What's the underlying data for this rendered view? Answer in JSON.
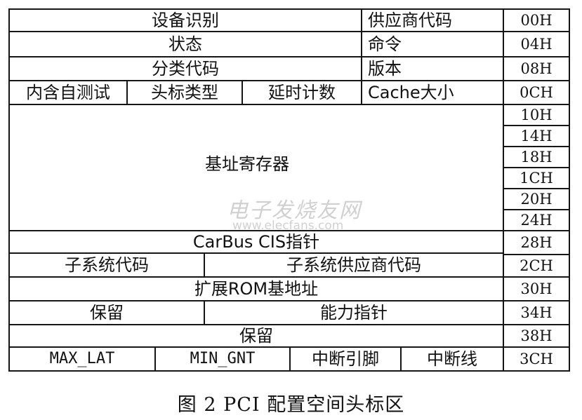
{
  "rows": [
    {
      "fields": [
        "设备识别",
        "供应商代码"
      ],
      "offset": "00H"
    },
    {
      "fields": [
        "状态",
        "命令"
      ],
      "offset": "04H"
    },
    {
      "fields": [
        "分类代码",
        "版本"
      ],
      "offset": "08H"
    },
    {
      "fields": [
        "内含自测试",
        "头标类型",
        "延时计数",
        "Cache大小"
      ],
      "offset": "0CH"
    },
    {
      "fields": [
        "基址寄存器"
      ],
      "offsets": [
        "10H",
        "14H",
        "18H",
        "1CH",
        "20H",
        "24H"
      ]
    },
    {
      "fields": [
        "CarBus CIS指针"
      ],
      "offset": "28H"
    },
    {
      "fields": [
        "子系统代码",
        "子系统供应商代码"
      ],
      "offset": "2CH"
    },
    {
      "fields": [
        "扩展ROM基地址"
      ],
      "offset": "30H"
    },
    {
      "fields": [
        "保留",
        "能力指针"
      ],
      "offset": "34H"
    },
    {
      "fields": [
        "保留"
      ],
      "offset": "38H"
    },
    {
      "fields": [
        "MAX_LAT",
        "MIN_GNT",
        "中断引脚",
        "中断线"
      ],
      "offset": "3CH"
    }
  ],
  "watermark": {
    "line1": "电子发烧友网",
    "line2": "www.elecfans.com"
  },
  "caption": "图 2  PCI 配置空间头标区"
}
